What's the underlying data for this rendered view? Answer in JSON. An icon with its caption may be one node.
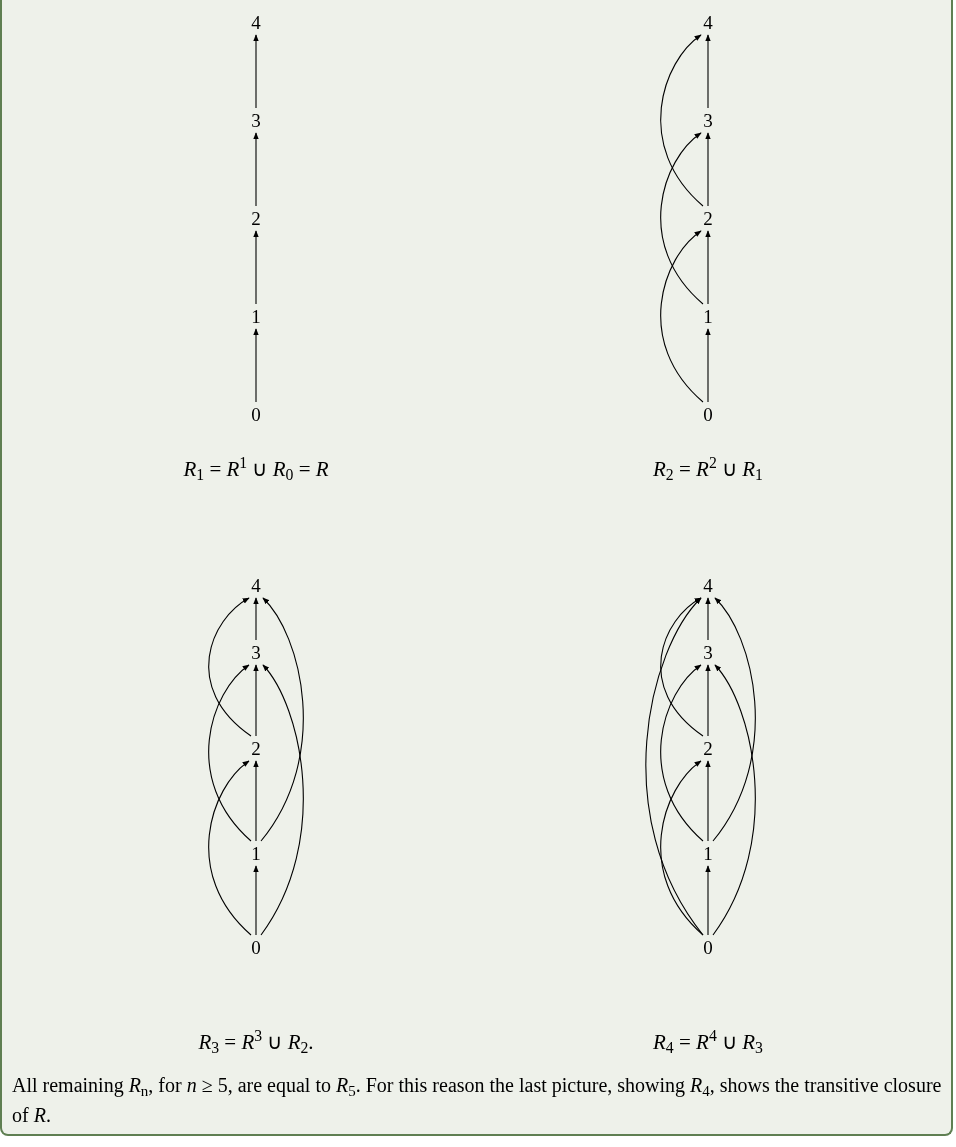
{
  "diagram": {
    "nodes": [
      {
        "text": [
          "4"
        ]
      },
      {
        "text": [
          "3"
        ]
      },
      {
        "text": [
          "2"
        ]
      },
      {
        "text": [
          "1"
        ]
      },
      {
        "text": [
          "0"
        ]
      },
      {
        "text": [
          "4"
        ]
      },
      {
        "text": [
          "3"
        ]
      },
      {
        "text": [
          "2"
        ]
      },
      {
        "text": [
          "1"
        ]
      },
      {
        "text": [
          "0"
        ]
      },
      {
        "text": [
          "4"
        ]
      },
      {
        "text": [
          "3"
        ]
      },
      {
        "text": [
          "2"
        ]
      },
      {
        "text": [
          "1"
        ]
      },
      {
        "text": [
          "0"
        ]
      },
      {
        "text": [
          "4"
        ]
      },
      {
        "text": [
          "3"
        ]
      },
      {
        "text": [
          "2"
        ]
      },
      {
        "text": [
          "1"
        ]
      },
      {
        "text": [
          "0"
        ]
      }
    ],
    "edges": [
      {
        "from": 4,
        "to": 3,
        "arrow": "to"
      },
      {
        "from": 3,
        "to": 2,
        "arrow": "to"
      },
      {
        "from": 2,
        "to": 1,
        "arrow": "to"
      },
      {
        "from": 1,
        "to": 0,
        "arrow": "to"
      },
      {
        "from": 9,
        "to": 8,
        "arrow": "to"
      },
      {
        "from": 8,
        "to": 7,
        "arrow": "to"
      },
      {
        "from": 7,
        "to": 6,
        "arrow": "to"
      },
      {
        "from": 6,
        "to": 5,
        "arrow": "to"
      },
      {
        "from": 9,
        "to": 7,
        "arrow": "to"
      },
      {
        "from": 8,
        "to": 6,
        "arrow": "to"
      },
      {
        "from": 7,
        "to": 5,
        "arrow": "to"
      },
      {
        "from": 14,
        "to": 13,
        "arrow": "to"
      },
      {
        "from": 13,
        "to": 12,
        "arrow": "to"
      },
      {
        "from": 12,
        "to": 11,
        "arrow": "to"
      },
      {
        "from": 11,
        "to": 10,
        "arrow": "to"
      },
      {
        "from": 14,
        "to": 12,
        "arrow": "to"
      },
      {
        "from": 13,
        "to": 11,
        "arrow": "to"
      },
      {
        "from": 12,
        "to": 10,
        "arrow": "to"
      },
      {
        "from": 14,
        "to": 11,
        "arrow": "to"
      },
      {
        "from": 13,
        "to": 10,
        "arrow": "to"
      },
      {
        "from": 19,
        "to": 18,
        "arrow": "to"
      },
      {
        "from": 18,
        "to": 17,
        "arrow": "to"
      },
      {
        "from": 17,
        "to": 16,
        "arrow": "to"
      },
      {
        "from": 16,
        "to": 15,
        "arrow": "to"
      },
      {
        "from": 19,
        "to": 17,
        "arrow": "to"
      },
      {
        "from": 18,
        "to": 16,
        "arrow": "to"
      },
      {
        "from": 17,
        "to": 15,
        "arrow": "to"
      },
      {
        "from": 19,
        "to": 16,
        "arrow": "to"
      },
      {
        "from": 18,
        "to": 15,
        "arrow": "to"
      },
      {
        "from": 19,
        "to": 15,
        "arrow": "to"
      }
    ],
    "labels": [
      "*R*$_{1}$ = *R*$^{1}$ ∪ *R*$_{0}$ = *R*",
      "*R*$_{2}$ = *R*$^{2}$ ∪ *R*$_{1}$",
      "*R*$_{3}$ = *R*$^{3}$ ∪ *R*$_{2}$.",
      "*R*$_{4}$ = *R*$^{4}$ ∪ *R*$_{3}$",
      "All remaining *R*$_{n}$, for *n* ≥ 5, are equal to *R*$_{5}$. For this reason the last picture, showing *R*$_{4}$, shows the transitive closure of *R*."
    ]
  }
}
